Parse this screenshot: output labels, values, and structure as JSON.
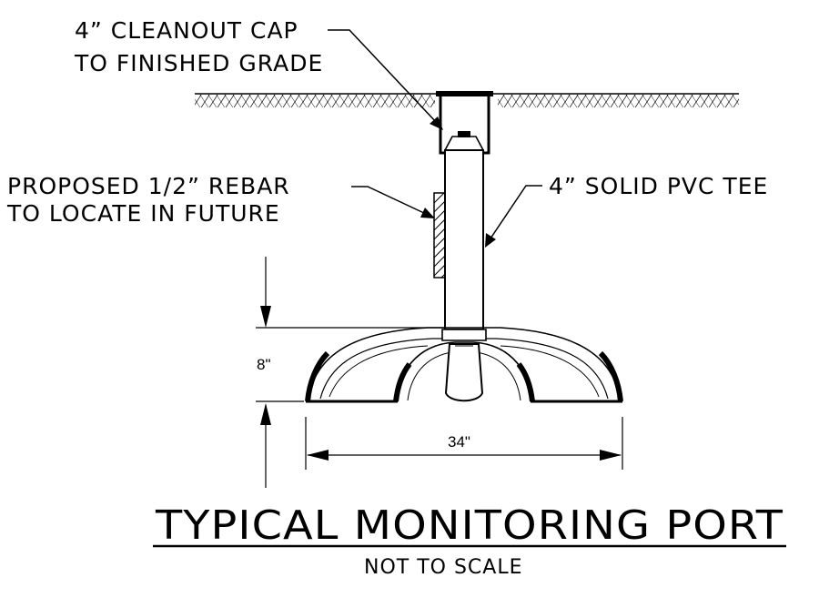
{
  "callouts": {
    "cleanout_cap": {
      "line1": "4” CLEANOUT CAP",
      "line2": "TO FINISHED GRADE"
    },
    "rebar": {
      "line1": "PROPOSED 1/2” REBAR",
      "line2": "TO LOCATE IN FUTURE"
    },
    "pvc_tee": {
      "line1": "4” SOLID PVC TEE"
    }
  },
  "dimensions": {
    "height": "8\"",
    "width": "34\""
  },
  "title": {
    "main": "TYPICAL MONITORING PORT",
    "scale_note": "NOT TO SCALE"
  }
}
